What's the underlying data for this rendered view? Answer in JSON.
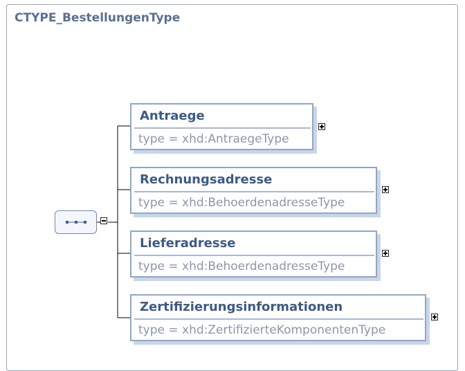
{
  "diagram": {
    "title": "CTYPE_BestellungenType",
    "elements": [
      {
        "name": "Antraege",
        "type": "type = xhd:AntraegeType"
      },
      {
        "name": "Rechnungsadresse",
        "type": "type = xhd:BehoerdenadresseType"
      },
      {
        "name": "Lieferadresse",
        "type": "type = xhd:BehoerdenadresseType"
      },
      {
        "name": "Zertifizierungsinformationen",
        "type": "type = xhd:ZertifizierteKomponentenType"
      }
    ],
    "compositor": "sequence",
    "colors": {
      "border": "#8fa5c8",
      "title": "#5a6f92",
      "name": "#3c5a86",
      "type": "#8c96a8"
    }
  }
}
